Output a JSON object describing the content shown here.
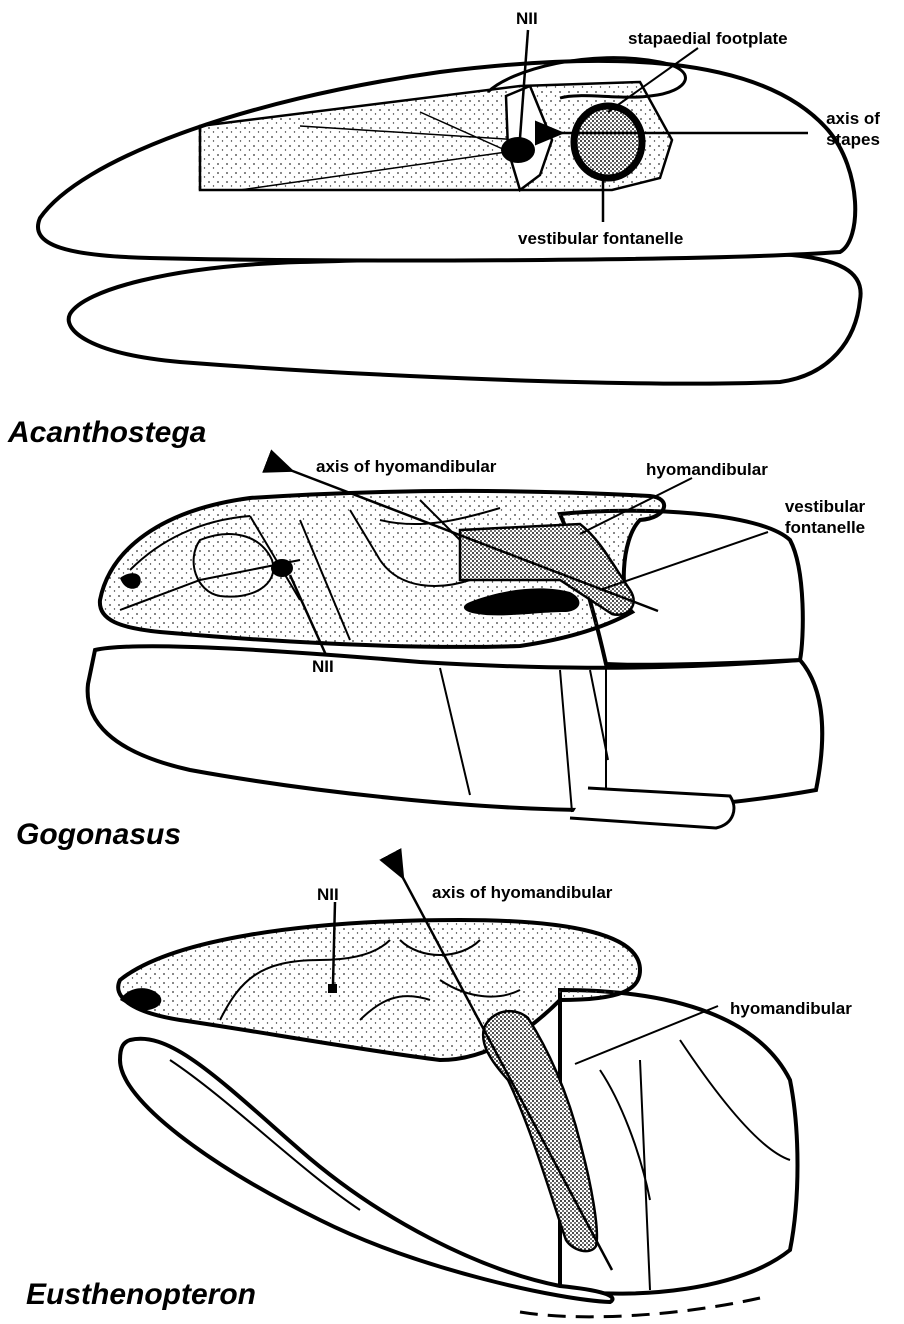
{
  "panels": [
    {
      "taxon": "Acanthostega",
      "labels": {
        "nii": "NII",
        "stapaedial_footplate": "stapaedial footplate",
        "axis_of_stapes": "axis of\nstapes",
        "vestibular_fontanelle": "vestibular fontanelle"
      }
    },
    {
      "taxon": "Gogonasus",
      "labels": {
        "axis_of_hyomandibular": "axis of hyomandibular",
        "hyomandibular": "hyomandibular",
        "vestibular_fontanelle": "vestibular\nfontanelle",
        "nii": "NII"
      }
    },
    {
      "taxon": "Eusthenopteron",
      "labels": {
        "nii": "NII",
        "axis_of_hyomandibular": "axis of hyomandibular",
        "hyomandibular": "hyomandibular"
      }
    }
  ],
  "colors": {
    "ink": "#000000",
    "bone_fill": "#f7f7f2",
    "stipple": "#2a2a2a",
    "background": "#ffffff"
  }
}
